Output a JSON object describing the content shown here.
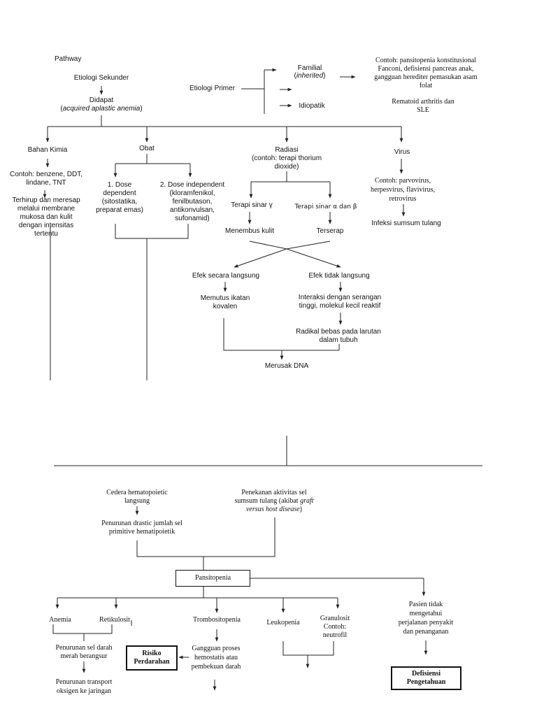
{
  "top": {
    "pathway": "Pathway",
    "etiologi_sekunder": "Etiologi Sekunder",
    "didapat": "Didapat",
    "acquired": "acquired aplastic anemia",
    "etiologi_primer": "Etiologi Primer",
    "familial": "Familial",
    "inherited": "inherited",
    "idiopatik": "Idiopatik",
    "contoh_familial": [
      "Contoh: pansitopenia konstitusional",
      "Fanconi, defisiensi pancreas anak,",
      "gangguan herediter pemasukan asam",
      "folat"
    ],
    "contoh_idiopatik": [
      "Rematoid arthritis dan",
      "SLE"
    ]
  },
  "bahan_kimia": {
    "title": "Bahan Kimia",
    "contoh": [
      "Contoh: benzene, DDT,",
      "lindane, TNT"
    ],
    "desc": [
      "Terhirup dan meresap",
      "melalui membrane",
      "mukosa dan kulit",
      "dengan intensitas",
      "tertentu"
    ]
  },
  "obat": {
    "title": "Obat",
    "dose_dependent": [
      "1. Dose",
      "dependent",
      "(sitostatika,",
      "preparat emas)"
    ],
    "dose_independent": [
      "2. Dose independent",
      "(kloramfenikol,",
      "fenilbutason,",
      "antikonvulsan,",
      "sufonamid)"
    ]
  },
  "radiasi": {
    "title": "Radiasi",
    "contoh": [
      "(contoh: terapi thorium",
      "dioxide)"
    ],
    "terapi_gamma": "Terapi sinar γ",
    "terapi_ab": "Terapi sinar α dan β",
    "menembus": "Menembus kulit",
    "terserap": "Terserap",
    "efek_langsung": "Efek secara langsung",
    "efek_tidak": "Efek tidak langsung",
    "memutus": [
      "Memutus ikatan",
      "kovalen"
    ],
    "interaksi": [
      "Interaksi dengan serangan",
      "tinggi, molekul kecil reaktif"
    ],
    "radikal": [
      "Radikal bebas pada larutan",
      "dalam tubuh"
    ],
    "merusak": "Merusak DNA"
  },
  "virus": {
    "title": "Virus",
    "contoh": [
      "Contoh: parvovirus,",
      "herpesvirus, flavivirus,",
      "retrovirus"
    ],
    "infeksi": "Infeksi sumsum tulang"
  },
  "bottom": {
    "cedera": [
      "Cedera hematopoietic",
      "langsung"
    ],
    "penurunan_drastic": [
      "Penurunan drastic jumlah sel",
      "primitive hematipoietik"
    ],
    "penekanan_1": "Penekanan aktivitas sel",
    "penekanan_2": "sumsum tulang (akibat ",
    "penekanan_2_it": "graft",
    "penekanan_3_it": "versus host disease",
    "penekanan_3_end": ")",
    "pansitopenia": "Pansitopenia",
    "anemia": "Anemia",
    "retikulosit": "Retikulosit",
    "trombositopenia": "Trombositopenia",
    "leukopenia": "Leukopenia",
    "granulosit": [
      "Granulosit",
      "Contoh:",
      "neutrofil"
    ],
    "pasien": [
      "Pasien tidak",
      "mengetahui",
      "perjalanan penyakit",
      "dan penanganan"
    ],
    "penurunan_sel": [
      "Penurunan sel darah",
      "merah berangsur"
    ],
    "penurunan_transport": [
      "Penurunan transport",
      "oksigen ke jaringan"
    ],
    "risiko": [
      "Risiko",
      "Perdarahan"
    ],
    "gangguan": [
      "Gangguan proses",
      "hemostatis atau",
      "pembekuan darah"
    ],
    "defisiensi": [
      "Defisiensi",
      "Pengetahuan"
    ]
  }
}
